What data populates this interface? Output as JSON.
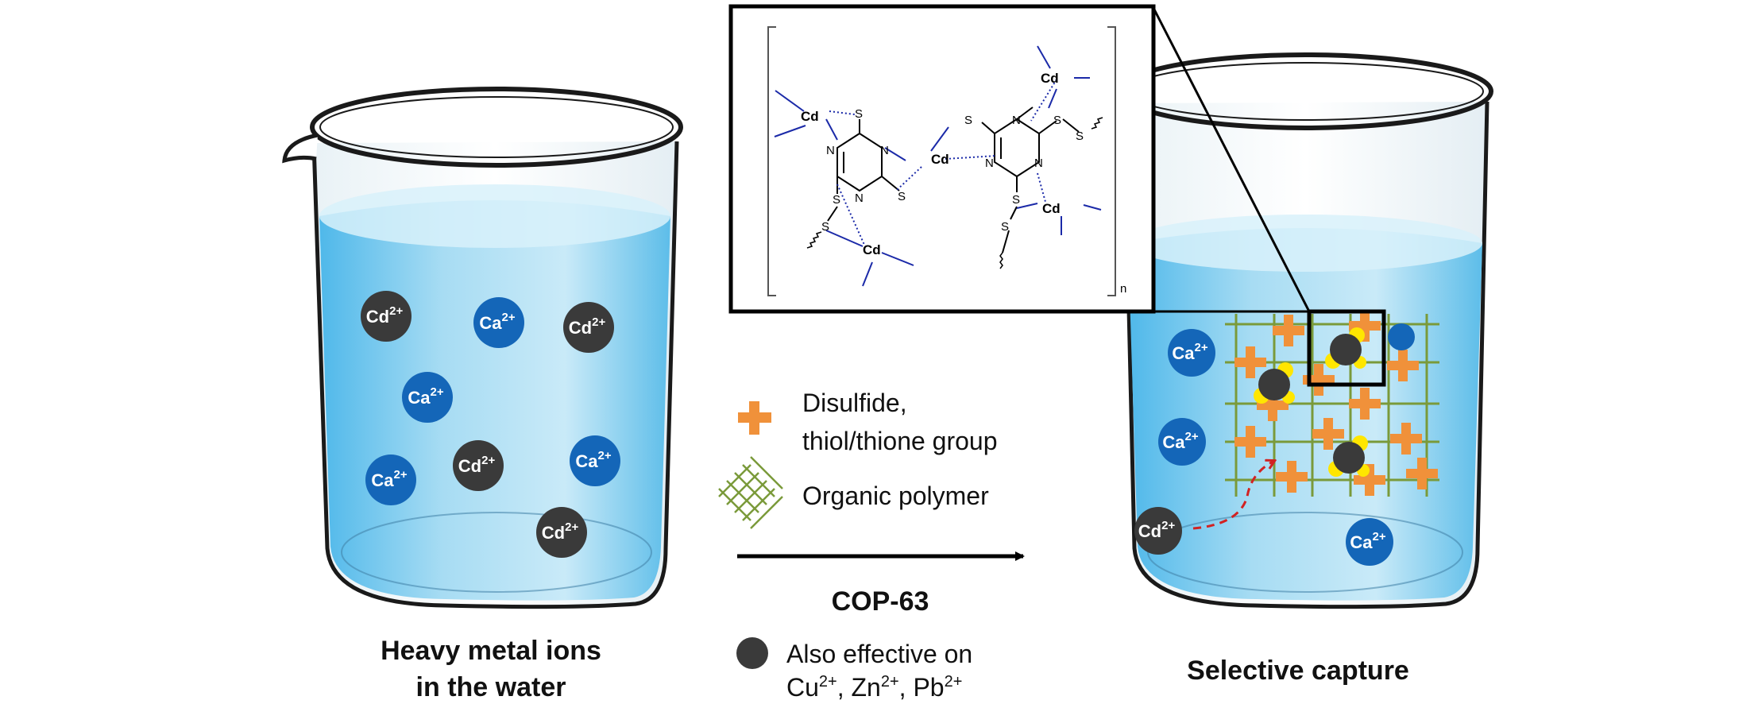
{
  "left_beaker": {
    "caption_line1": "Heavy metal ions",
    "caption_line2": "in the water",
    "ions": [
      {
        "base": "Cd",
        "charge": "2+"
      },
      {
        "base": "Ca",
        "charge": "2+"
      },
      {
        "base": "Cd",
        "charge": "2+"
      },
      {
        "base": "Ca",
        "charge": "2+"
      },
      {
        "base": "Ca",
        "charge": "2+"
      },
      {
        "base": "Cd",
        "charge": "2+"
      },
      {
        "base": "Ca",
        "charge": "2+"
      },
      {
        "base": "Cd",
        "charge": "2+"
      }
    ]
  },
  "right_beaker": {
    "caption": "Selective capture",
    "ions": [
      {
        "base": "Ca",
        "charge": "2+"
      },
      {
        "base": "Ca",
        "charge": "2+"
      },
      {
        "base": "Cd",
        "charge": "2+"
      },
      {
        "base": "Ca",
        "charge": "2+"
      }
    ]
  },
  "arrow": {
    "label": "COP-63"
  },
  "legend": {
    "disulfide_line1": "Disulfide,",
    "disulfide_line2": "thiol/thione group",
    "polymer": "Organic polymer",
    "also_line1": "Also effective on",
    "also_cu": "Cu",
    "also_zn": "Zn",
    "also_pb": "Pb",
    "also_charge": "2+",
    "also_sep": ", "
  },
  "inset": {
    "atoms": {
      "cd": "Cd",
      "s": "S",
      "n": "N"
    },
    "subscript": "n"
  },
  "colors": {
    "water": "#aee2f5",
    "water_deep": "#6cc9ee",
    "cd_ion": "#3a3a3a",
    "ca_ion": "#1466b8",
    "cross": "#f0913a",
    "polymer": "#7a9a3a",
    "highlight": "#ffe600",
    "dash_arrow": "#d22222"
  }
}
